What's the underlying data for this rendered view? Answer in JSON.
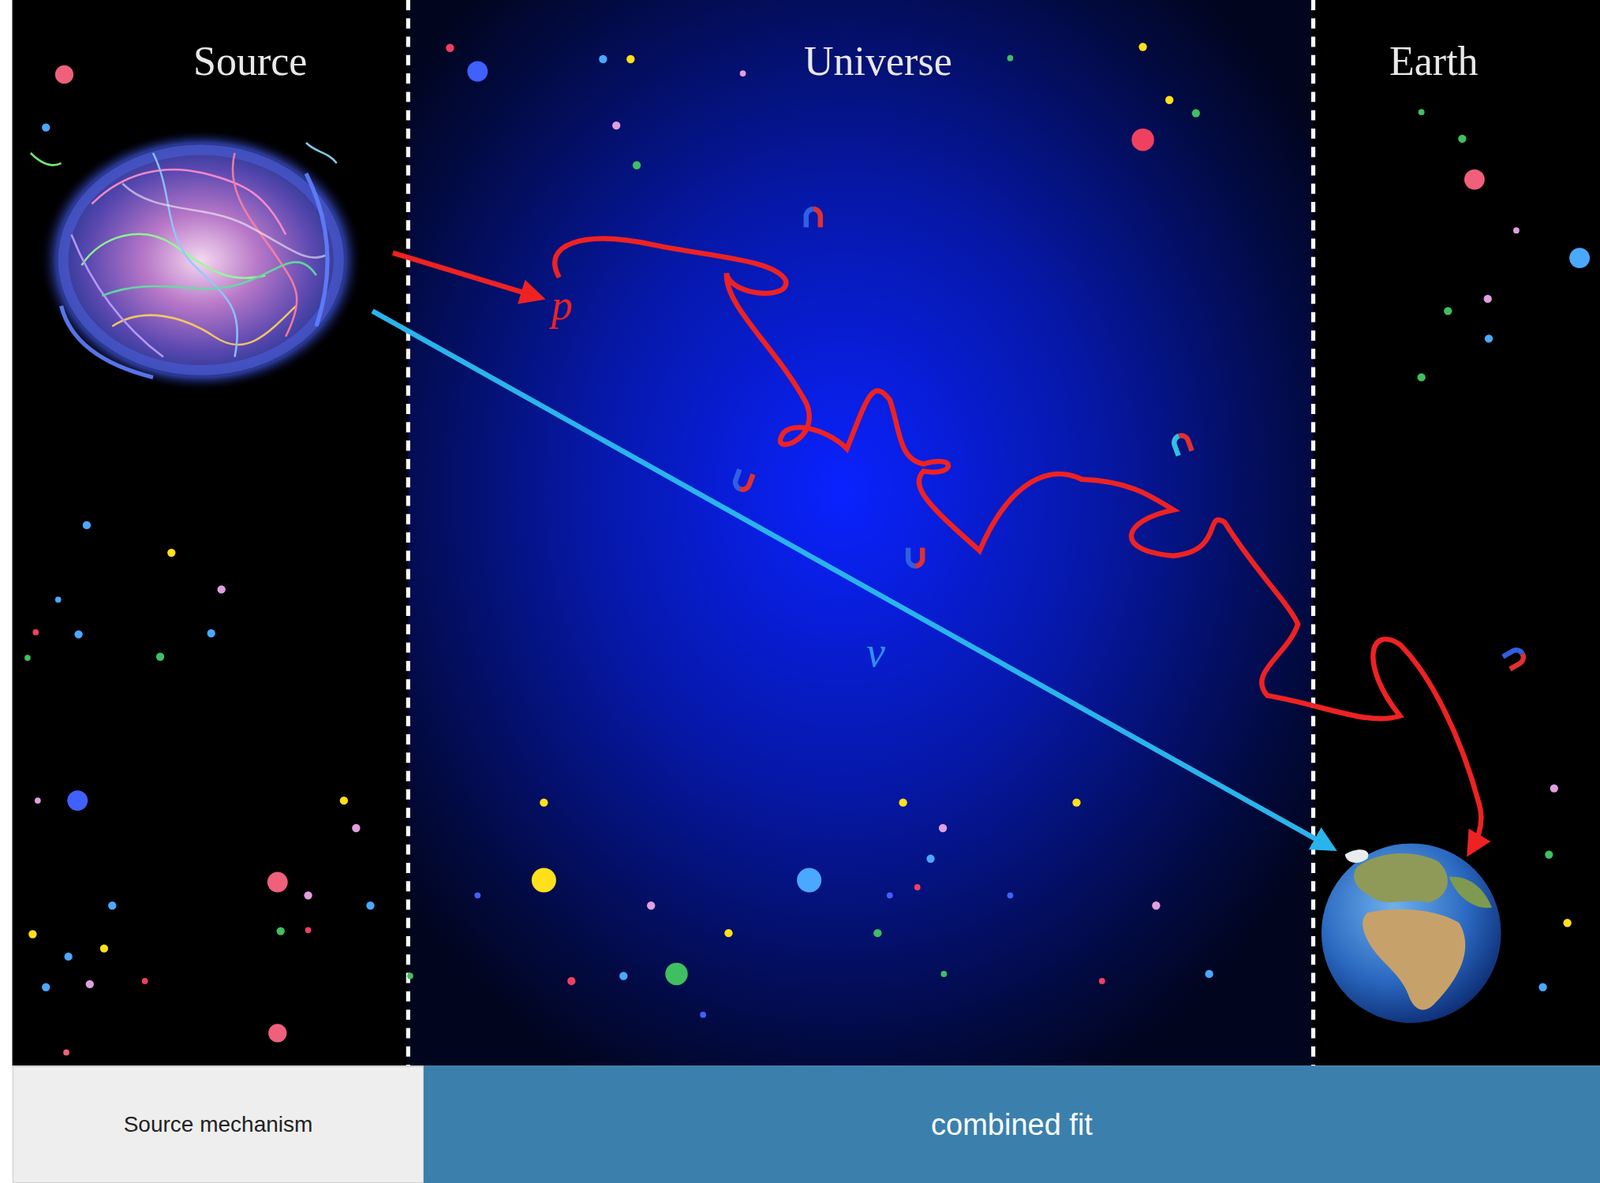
{
  "diagram": {
    "nodes": [
      {
        "text": [
          "Source mechanism"
        ]
      },
      {
        "text": [
          "combined fit"
        ]
      }
    ],
    "labels": [
      "Source",
      "Universe",
      "Earth",
      "p",
      "ν"
    ]
  }
}
